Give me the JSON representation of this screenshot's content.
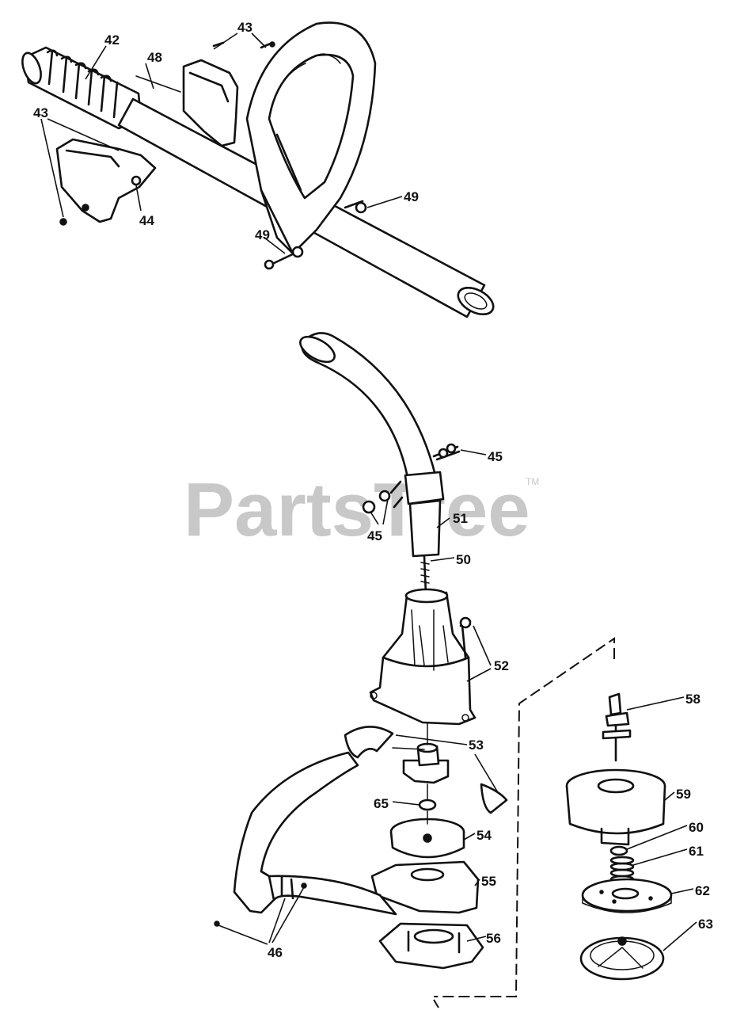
{
  "watermark": {
    "text": "PartsTree",
    "tm": "TM"
  },
  "callouts": [
    {
      "id": "42",
      "label": "42"
    },
    {
      "id": "43a",
      "label": "43"
    },
    {
      "id": "43b",
      "label": "43"
    },
    {
      "id": "44",
      "label": "44"
    },
    {
      "id": "48",
      "label": "48"
    },
    {
      "id": "49a",
      "label": "49"
    },
    {
      "id": "49b",
      "label": "49"
    },
    {
      "id": "45a",
      "label": "45"
    },
    {
      "id": "45b",
      "label": "45"
    },
    {
      "id": "51",
      "label": "51"
    },
    {
      "id": "50",
      "label": "50"
    },
    {
      "id": "52",
      "label": "52"
    },
    {
      "id": "53",
      "label": "53"
    },
    {
      "id": "65",
      "label": "65"
    },
    {
      "id": "54",
      "label": "54"
    },
    {
      "id": "55",
      "label": "55"
    },
    {
      "id": "56",
      "label": "56"
    },
    {
      "id": "46",
      "label": "46"
    },
    {
      "id": "58",
      "label": "58"
    },
    {
      "id": "59",
      "label": "59"
    },
    {
      "id": "60",
      "label": "60"
    },
    {
      "id": "61",
      "label": "61"
    },
    {
      "id": "62",
      "label": "62"
    },
    {
      "id": "63",
      "label": "63"
    }
  ]
}
